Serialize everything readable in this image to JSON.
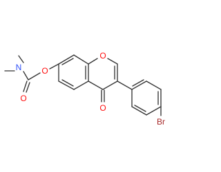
{
  "molecule": {
    "atoms": {
      "n_dimethyl": {
        "symbol": "N",
        "color": "#3050F8"
      },
      "o_carbonyl_carbamate": {
        "symbol": "O",
        "color": "#FF0D0D"
      },
      "o_ester": {
        "symbol": "O",
        "color": "#FF0D0D"
      },
      "o_ring": {
        "symbol": "O",
        "color": "#FF0D0D"
      },
      "o_ketone": {
        "symbol": "O",
        "color": "#FF0D0D"
      },
      "br": {
        "symbol": "Br",
        "color": "#A62929"
      }
    },
    "bond_color": "#333333"
  }
}
